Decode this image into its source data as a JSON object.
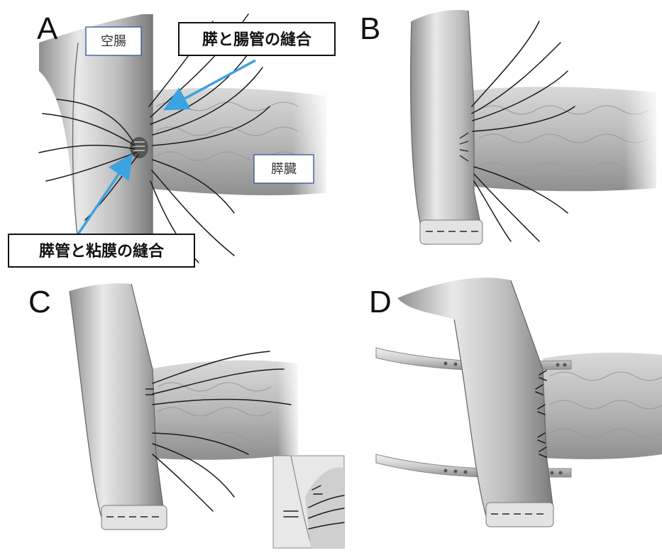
{
  "panels": [
    {
      "letter": "A"
    },
    {
      "letter": "B"
    },
    {
      "letter": "C"
    },
    {
      "letter": "D"
    }
  ],
  "labels": {
    "jejunum": "空腸",
    "pancreas": "膵臓",
    "pancreas_gut_anastomosis": "膵と腸管の縫合",
    "duct_mucosa_anastomosis": "膵管と粘膜の縫合"
  },
  "colors": {
    "arrow": "#3aa3e0",
    "label_border": "#2f5597",
    "callout_border": "#111111"
  }
}
